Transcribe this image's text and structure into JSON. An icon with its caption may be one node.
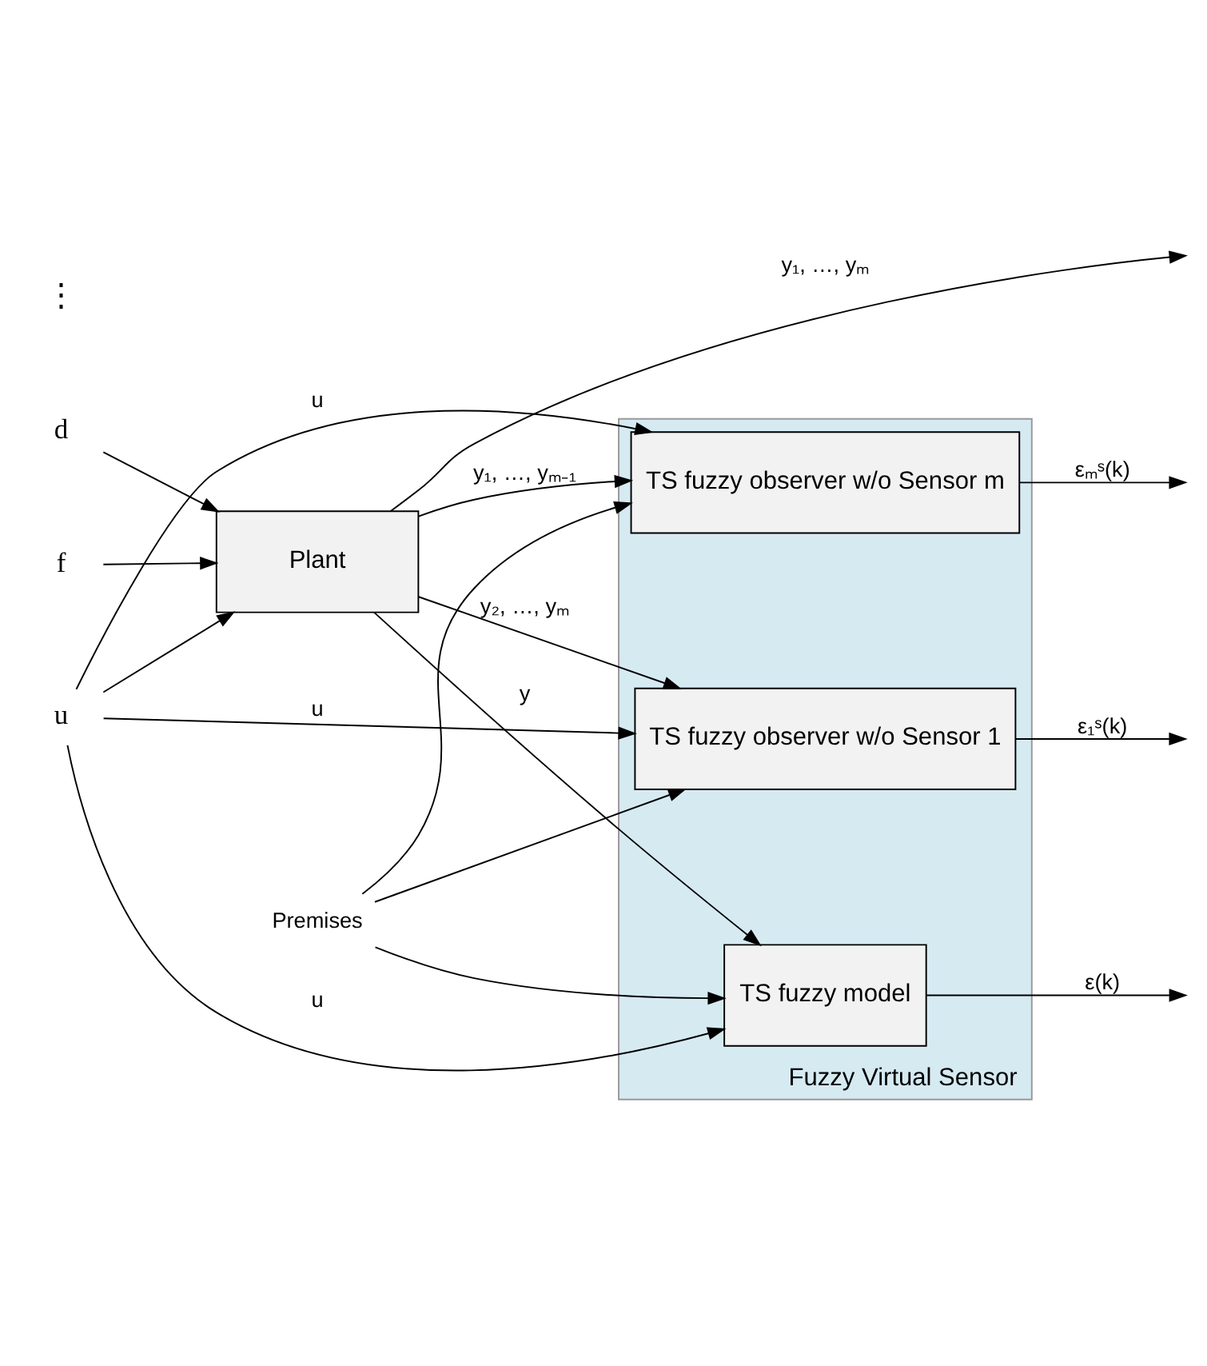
{
  "diagram": {
    "nodes": [
      {
        "text": [
          "f"
        ]
      },
      {
        "text": [
          "d"
        ]
      },
      {
        "text": [
          "u"
        ]
      },
      {
        "text": [
          "Plant"
        ]
      },
      {
        "text": [
          "Premises"
        ]
      },
      {
        "text": [
          "Fuzzy Virtual Sensor"
        ]
      },
      {
        "text": [
          "TS fuzzy model"
        ],
        "in": 5
      },
      {
        "text": [
          "TS fuzzy observer w/o Sensor 1"
        ],
        "in": 5
      },
      {
        "text": [
          "TS fuzzy observer w/o Sensor m"
        ],
        "in": 5
      }
    ],
    "edges": [
      {
        "from": 0,
        "to": 3,
        "arrow": "to"
      },
      {
        "from": 1,
        "to": 3,
        "arrow": "to"
      },
      {
        "from": 2,
        "to": 3,
        "arrow": "to"
      },
      {
        "from": 3,
        "to": null,
        "arrow": "to",
        "label": "y₁, …, yₘ"
      },
      {
        "from": 2,
        "to": 6,
        "arrow": "to",
        "label": "u"
      },
      {
        "from": 4,
        "to": 6,
        "arrow": "to"
      },
      {
        "from": 3,
        "to": 6,
        "arrow": "to",
        "label": "y"
      },
      {
        "from": 2,
        "to": 7,
        "arrow": "to",
        "label": "u"
      },
      {
        "from": 4,
        "to": 7,
        "arrow": "to"
      },
      {
        "from": 3,
        "to": 7,
        "arrow": "to",
        "label": "y₂, …, yₘ"
      },
      {
        "from": 2,
        "to": 8,
        "arrow": "to",
        "label": "u"
      },
      {
        "from": 4,
        "to": 8,
        "arrow": "to"
      },
      {
        "from": 3,
        "to": 8,
        "arrow": "to",
        "label": "y₁, …, yₘ₋₁"
      },
      {
        "from": 6,
        "to": null,
        "arrow": "to",
        "label": "ε(k)"
      },
      {
        "from": 7,
        "to": null,
        "arrow": "to",
        "label": "ε₁ˢ(k)"
      },
      {
        "from": 8,
        "to": null,
        "arrow": "to",
        "label": "εₘˢ(k)"
      }
    ],
    "labels": [
      "⋮"
    ]
  }
}
